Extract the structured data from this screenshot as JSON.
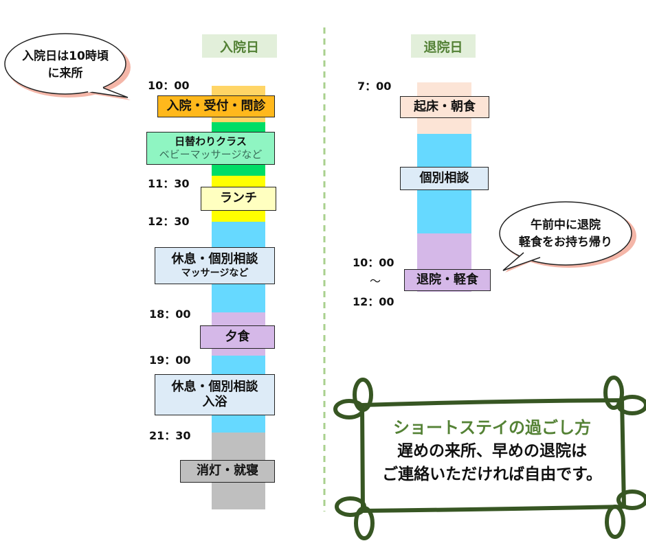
{
  "admission": {
    "header": "入院日",
    "times": [
      "10：00",
      "11：30",
      "12：30",
      "18：00",
      "19：00",
      "21：30"
    ],
    "events": [
      {
        "title": "入院・受付・問診"
      },
      {
        "title": "日替わりクラス",
        "sub": "ベビーマッサージなど"
      },
      {
        "title": "ランチ"
      },
      {
        "title": "休息・個別相談",
        "sub": "マッサージなど"
      },
      {
        "title": "夕食"
      },
      {
        "title": "休息・個別相談",
        "title2": "入浴"
      },
      {
        "title": "消灯・就寝"
      }
    ],
    "bubble": {
      "line1": "入院日は10時頃",
      "line2": "に来所"
    }
  },
  "discharge": {
    "header": "退院日",
    "times": [
      "7：00",
      "10：00",
      "～",
      "12：00"
    ],
    "events": [
      {
        "title": "起床・朝食"
      },
      {
        "title": "個別相談"
      },
      {
        "title": "退院・軽食"
      }
    ],
    "bubble": {
      "line1": "午前中に退院",
      "line2": "軽食をお持ち帰り"
    }
  },
  "note": {
    "title": "ショートステイの過ごし方",
    "line1": "遅めの来所、早めの退院は",
    "line2": "ご連絡いただければ自由です。"
  },
  "colors": {
    "accent": "#538135",
    "frame": "#375623",
    "divider": "#A9D08E"
  }
}
